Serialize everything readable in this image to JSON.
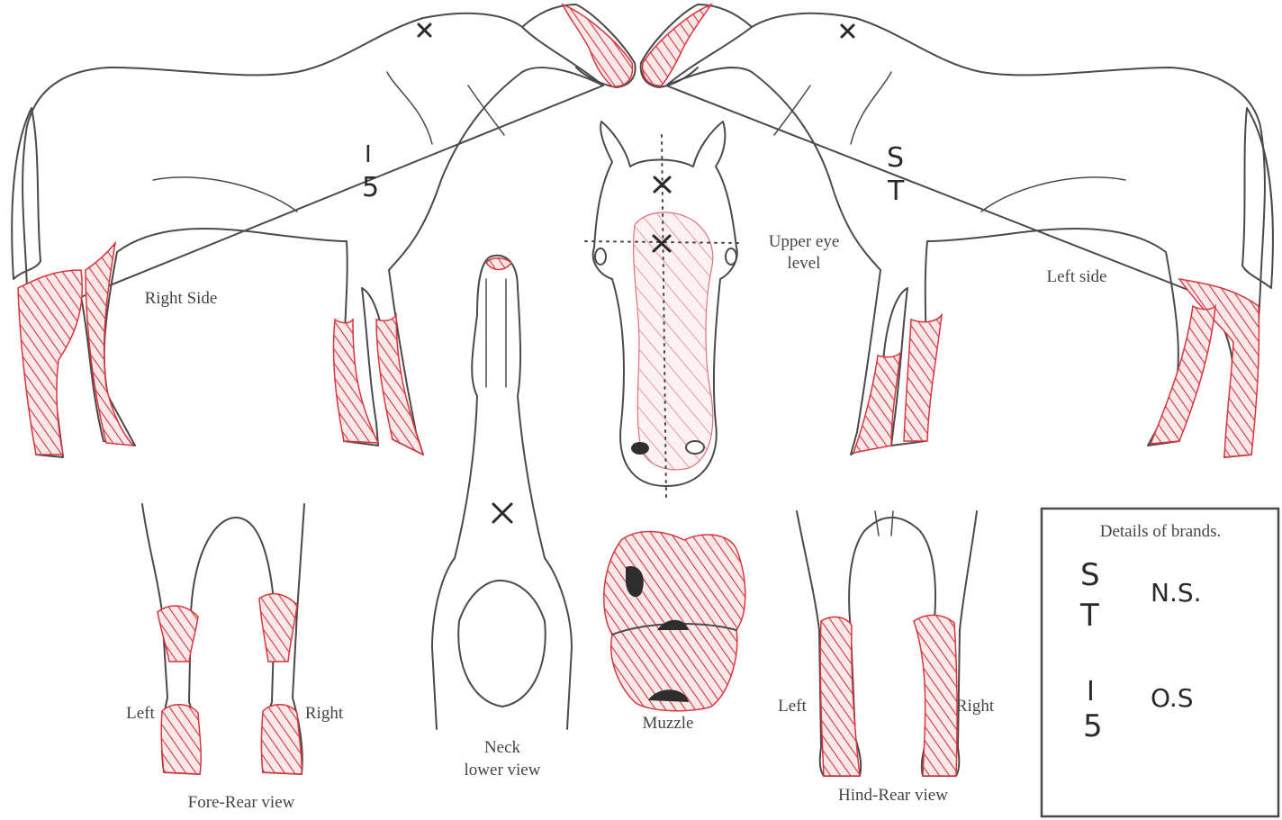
{
  "labels": {
    "right_side": "Right Side",
    "left_side": "Left side",
    "upper_eye_level_line1": "Upper eye",
    "upper_eye_level_line2": "level",
    "neck_line1": "Neck",
    "neck_line2": "lower view",
    "muzzle": "Muzzle",
    "fore_rear_view": "Fore-Rear view",
    "hind_rear_view": "Hind-Rear view",
    "fore_left": "Left",
    "fore_right": "Right",
    "hind_left": "Left",
    "hind_right": "Right"
  },
  "brands_box": {
    "title": "Details of brands.",
    "brand1_symbol_top": "S",
    "brand1_symbol_bottom": "T",
    "brand1_location": "N.S.",
    "brand2_symbol_top": "I",
    "brand2_symbol_bottom": "5",
    "brand2_location": "O.S"
  },
  "side_brands": {
    "right_top": "I",
    "right_bottom": "5",
    "left_top": "S",
    "left_bottom": "T"
  },
  "colors": {
    "marking": "#d8353e",
    "outline": "#4a4a4a",
    "cross": "#2a2a2a"
  }
}
